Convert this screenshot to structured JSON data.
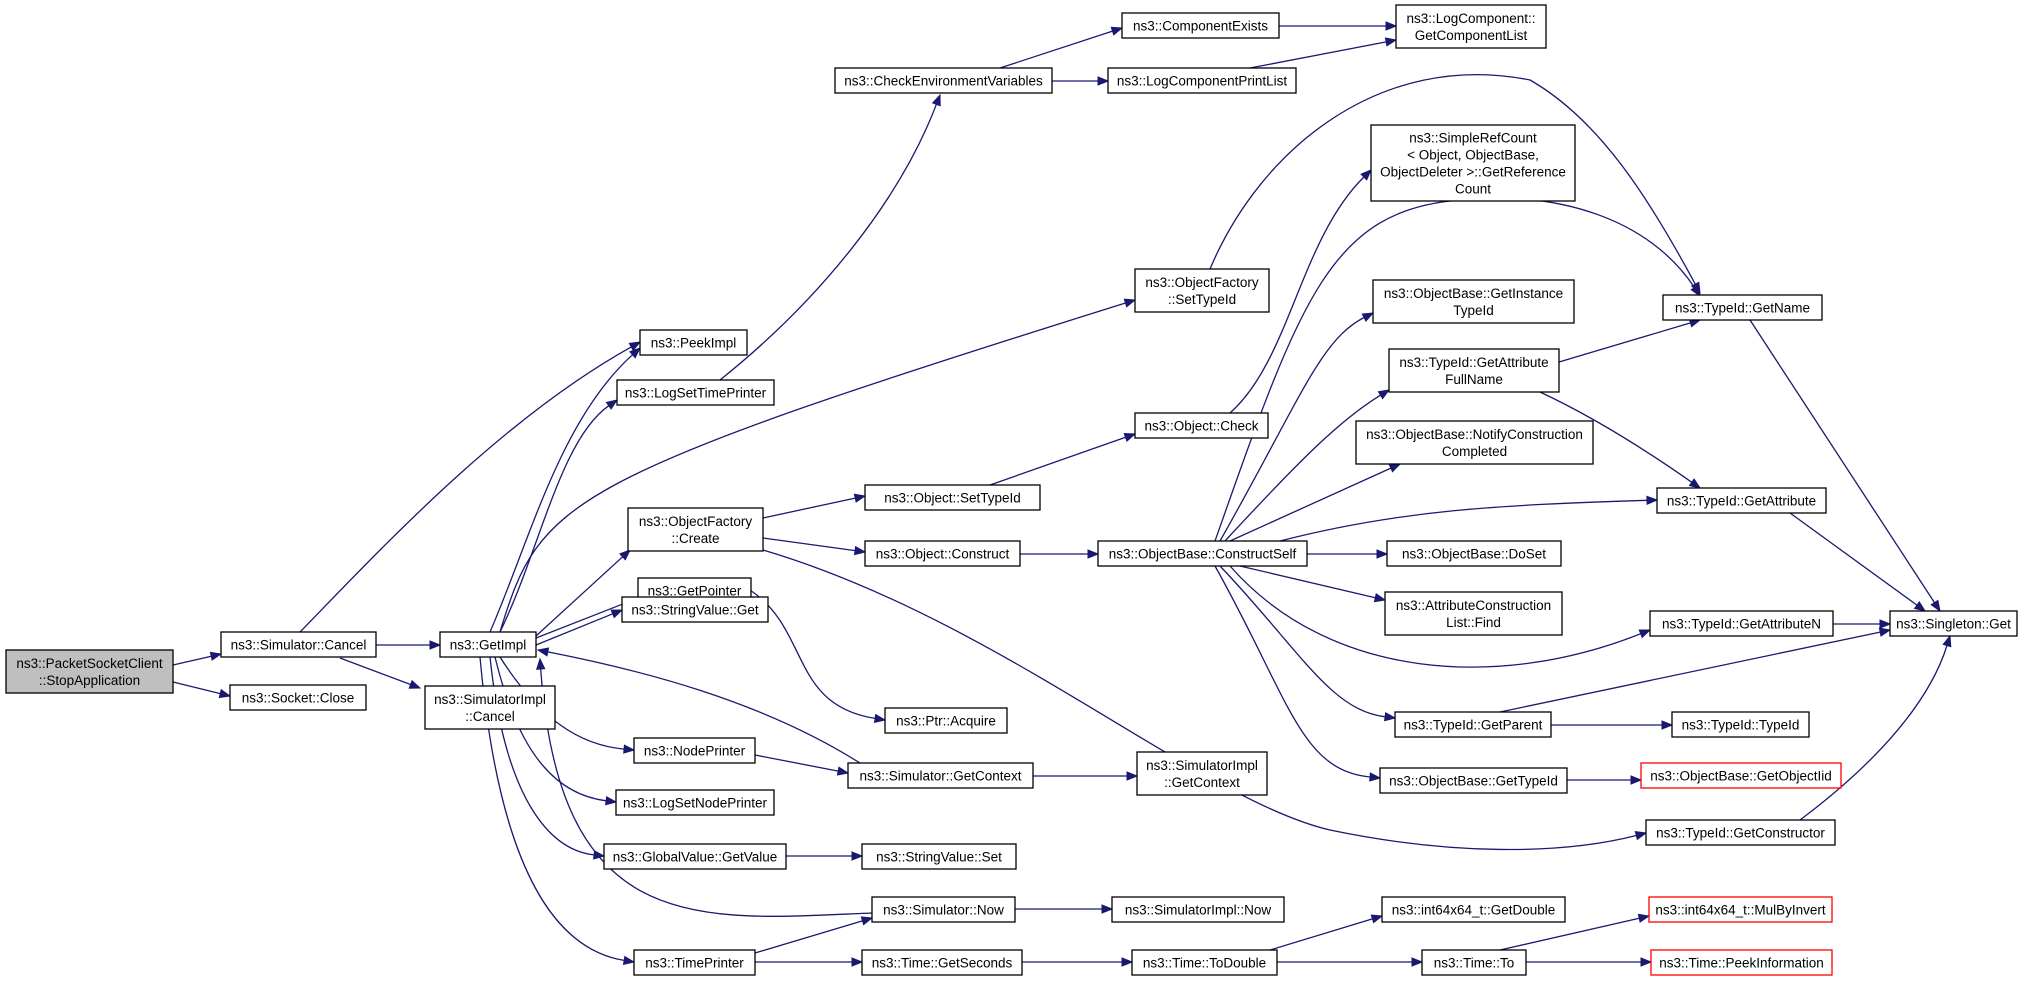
{
  "diagram": {
    "nodes": {
      "stopapp": [
        "ns3::PacketSocketClient",
        "::StopApplication"
      ],
      "simcancel": [
        "ns3::Simulator::Cancel"
      ],
      "sockclose": [
        "ns3::Socket::Close"
      ],
      "getimpl": [
        "ns3::GetImpl"
      ],
      "simimplcancel": [
        "ns3::SimulatorImpl",
        "::Cancel"
      ],
      "peekimpl": [
        "ns3::PeekImpl"
      ],
      "logsettp": [
        "ns3::LogSetTimePrinter"
      ],
      "ofcreate": [
        "ns3::ObjectFactory",
        "::Create"
      ],
      "getpointer": [
        "ns3::GetPointer"
      ],
      "strget": [
        "ns3::StringValue::Get"
      ],
      "nodeprinter": [
        "ns3::NodePrinter"
      ],
      "logsetnp": [
        "ns3::LogSetNodePrinter"
      ],
      "gvgetvalue": [
        "ns3::GlobalValue::GetValue"
      ],
      "timeprinter": [
        "ns3::TimePrinter"
      ],
      "checkenv": [
        "ns3::CheckEnvironmentVariables"
      ],
      "compexists": [
        "ns3::ComponentExists"
      ],
      "logcompprint": [
        "ns3::LogComponentPrintList"
      ],
      "logcompgetlist": [
        "ns3::LogComponent::",
        "GetComponentList"
      ],
      "ofsettypeid": [
        "ns3::ObjectFactory",
        "::SetTypeId"
      ],
      "objsettypeid": [
        "ns3::Object::SetTypeId"
      ],
      "objconstruct": [
        "ns3::Object::Construct"
      ],
      "objcheck": [
        "ns3::Object::Check"
      ],
      "ptracquire": [
        "ns3::Ptr::Acquire"
      ],
      "simgetctx": [
        "ns3::Simulator::GetContext"
      ],
      "simimplgetctx": [
        "ns3::SimulatorImpl",
        "::GetContext"
      ],
      "strset": [
        "ns3::StringValue::Set"
      ],
      "simnow": [
        "ns3::Simulator::Now"
      ],
      "simimplnow": [
        "ns3::SimulatorImpl::Now"
      ],
      "timegetsec": [
        "ns3::Time::GetSeconds"
      ],
      "timetodouble": [
        "ns3::Time::ToDouble"
      ],
      "obconstructself": [
        "ns3::ObjectBase::ConstructSelf"
      ],
      "simplerefcount": [
        "ns3::SimpleRefCount",
        "< Object, ObjectBase,",
        "ObjectDeleter >::GetReference",
        "Count"
      ],
      "obgetinst": [
        "ns3::ObjectBase::GetInstance",
        "TypeId"
      ],
      "tidgetattrfull": [
        "ns3::TypeId::GetAttribute",
        "FullName"
      ],
      "obnotify": [
        "ns3::ObjectBase::NotifyConstruction",
        "Completed"
      ],
      "obdoset": [
        "ns3::ObjectBase::DoSet"
      ],
      "attrconstrfind": [
        "ns3::AttributeConstruction",
        "List::Find"
      ],
      "tidgetparent": [
        "ns3::TypeId::GetParent"
      ],
      "obgettypeid": [
        "ns3::ObjectBase::GetTypeId"
      ],
      "i64getdouble": [
        "ns3::int64x64_t::GetDouble"
      ],
      "timeto": [
        "ns3::Time::To"
      ],
      "tidgetname": [
        "ns3::TypeId::GetName"
      ],
      "tidgetattr": [
        "ns3::TypeId::GetAttribute"
      ],
      "tidgetattrn": [
        "ns3::TypeId::GetAttributeN"
      ],
      "tidtypeid": [
        "ns3::TypeId::TypeId"
      ],
      "obgetobjectiid": [
        "ns3::ObjectBase::GetObjectIid"
      ],
      "tidgetconstructor": [
        "ns3::TypeId::GetConstructor"
      ],
      "i64mulbyinvert": [
        "ns3::int64x64_t::MulByInvert"
      ],
      "timepeekinfo": [
        "ns3::Time::PeekInformation"
      ],
      "singletonget": [
        "ns3::Singleton::Get"
      ]
    },
    "edge_color": "#191970",
    "highlight_color": "#ff0000"
  }
}
